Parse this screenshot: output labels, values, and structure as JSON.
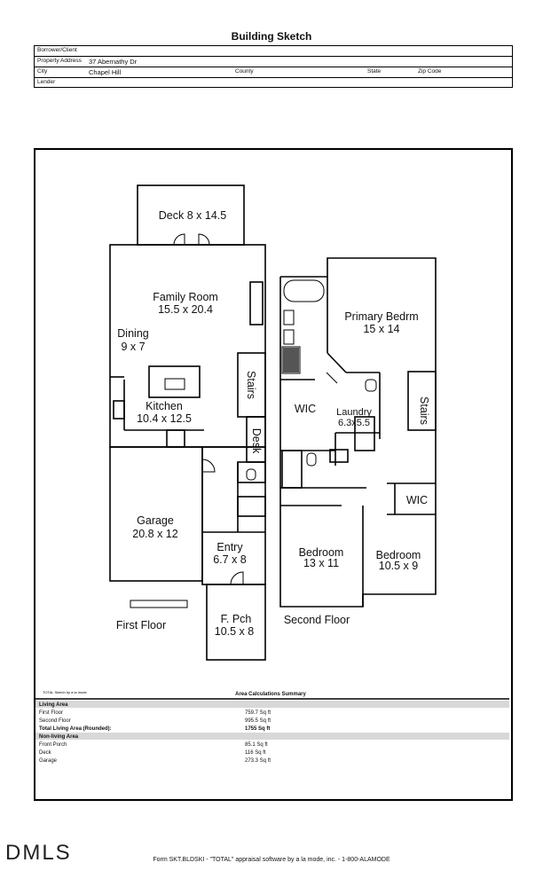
{
  "title": "Building Sketch",
  "header": {
    "borrower_label": "Borrower/Client",
    "address_label": "Property Address",
    "address_value": "37 Abernathy Dr",
    "city_label": "City",
    "city_value": "Chapel Hill",
    "county_label": "County",
    "state_label": "State",
    "zip_label": "Zip Code",
    "lender_label": "Lender"
  },
  "rooms": {
    "deck": "Deck 8 x 14.5",
    "family_room": "Family Room",
    "family_room_dim": "15.5 x 20.4",
    "dining": "Dining",
    "dining_dim": "9 x 7",
    "kitchen": "Kitchen",
    "kitchen_dim": "10.4 x 12.5",
    "stairs_first": "Stairs",
    "desk": "Desk",
    "garage": "Garage",
    "garage_dim": "20.8 x 12",
    "entry": "Entry",
    "entry_dim": "6.7 x 8",
    "porch": "F. Pch",
    "porch_dim": "10.5 x 8",
    "first_floor": "First Floor",
    "primary": "Primary Bedrm",
    "primary_dim": "15 x 14",
    "wic_1": "WIC",
    "laundry": "Laundry",
    "laundry_dim": "6.3x5.5",
    "stairs_second": "Stairs",
    "wic_2": "WIC",
    "bedroom_1": "Bedroom",
    "bedroom_1_dim": "13 x 11",
    "bedroom_2": "Bedroom",
    "bedroom_2_dim": "10.5 x 9",
    "second_floor": "Second Floor"
  },
  "summary": {
    "credit": "TOTAL Sketch by a la mode",
    "title": "Area Calculations Summary",
    "living_header": "Living Area",
    "first_floor_label": "First Floor",
    "first_floor_value": "759.7 Sq ft",
    "second_floor_label": "Second Floor",
    "second_floor_value": "995.5 Sq ft",
    "total_label": "Total Living Area (Rounded):",
    "total_value": "1755 Sq ft",
    "nonliving_header": "Non-living Area",
    "porch_label": "Front Porch",
    "porch_value": "85.1 Sq ft",
    "deck_label": "Deck",
    "deck_value": "116 Sq ft",
    "garage_label": "Garage",
    "garage_value": "273.3 Sq ft"
  },
  "logo": "DMLS",
  "footer": "Form SKT.BLDSKI - \"TOTAL\" appraisal software by a la mode, inc. - 1-800-ALAMODE"
}
